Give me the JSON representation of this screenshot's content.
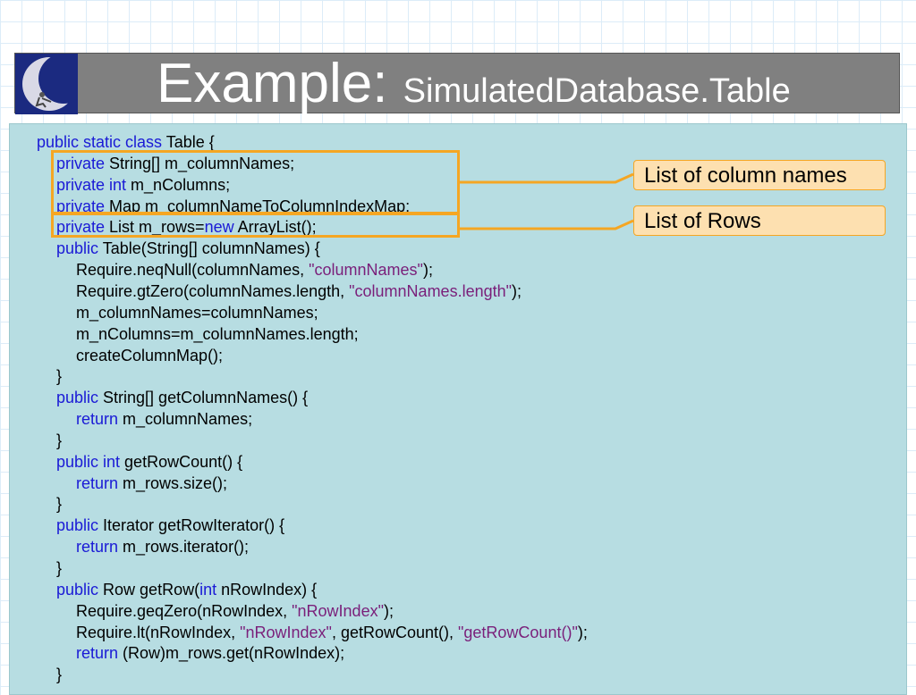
{
  "title": {
    "main": "Example: ",
    "sub": "SimulatedDatabase.Table"
  },
  "callouts": {
    "column_names": "List of column names",
    "rows": "List of Rows"
  },
  "code": [
    {
      "indent": 0,
      "tokens": [
        {
          "k": "kw",
          "t": "public static class "
        },
        {
          "k": "t",
          "t": "Table {"
        }
      ]
    },
    {
      "indent": 1,
      "tokens": [
        {
          "k": "kw",
          "t": "private "
        },
        {
          "k": "t",
          "t": "String[] m_columnNames;"
        }
      ]
    },
    {
      "indent": 1,
      "tokens": [
        {
          "k": "kw",
          "t": "private int "
        },
        {
          "k": "t",
          "t": "m_nColumns;"
        }
      ]
    },
    {
      "indent": 1,
      "tokens": [
        {
          "k": "kw",
          "t": "private "
        },
        {
          "k": "t",
          "t": "Map m_columnNameToColumnIndexMap;"
        }
      ]
    },
    {
      "indent": 1,
      "tokens": [
        {
          "k": "kw",
          "t": "private "
        },
        {
          "k": "t",
          "t": "List m_rows="
        },
        {
          "k": "kw",
          "t": "new "
        },
        {
          "k": "t",
          "t": "ArrayList();"
        }
      ]
    },
    {
      "indent": 1,
      "tokens": [
        {
          "k": "kw",
          "t": "public "
        },
        {
          "k": "t",
          "t": "Table(String[] columnNames) {"
        }
      ]
    },
    {
      "indent": 2,
      "tokens": [
        {
          "k": "t",
          "t": "Require.neqNull(columnNames, "
        },
        {
          "k": "str",
          "t": "\"columnNames\""
        },
        {
          "k": "t",
          "t": ");"
        }
      ]
    },
    {
      "indent": 2,
      "tokens": [
        {
          "k": "t",
          "t": "Require.gtZero(columnNames.length, "
        },
        {
          "k": "str",
          "t": "\"columnNames.length\""
        },
        {
          "k": "t",
          "t": ");"
        }
      ]
    },
    {
      "indent": 2,
      "tokens": [
        {
          "k": "t",
          "t": "m_columnNames=columnNames;"
        }
      ]
    },
    {
      "indent": 2,
      "tokens": [
        {
          "k": "t",
          "t": "m_nColumns=m_columnNames.length;"
        }
      ]
    },
    {
      "indent": 2,
      "tokens": [
        {
          "k": "t",
          "t": "createColumnMap();"
        }
      ]
    },
    {
      "indent": 1,
      "tokens": [
        {
          "k": "t",
          "t": "}"
        }
      ]
    },
    {
      "indent": 1,
      "tokens": [
        {
          "k": "kw",
          "t": "public "
        },
        {
          "k": "t",
          "t": "String[] getColumnNames() {"
        }
      ]
    },
    {
      "indent": 2,
      "tokens": [
        {
          "k": "kw",
          "t": "return "
        },
        {
          "k": "t",
          "t": "m_columnNames;"
        }
      ]
    },
    {
      "indent": 1,
      "tokens": [
        {
          "k": "t",
          "t": "}"
        }
      ]
    },
    {
      "indent": 1,
      "tokens": [
        {
          "k": "kw",
          "t": "public int "
        },
        {
          "k": "t",
          "t": "getRowCount() {"
        }
      ]
    },
    {
      "indent": 2,
      "tokens": [
        {
          "k": "kw",
          "t": "return "
        },
        {
          "k": "t",
          "t": "m_rows.size();"
        }
      ]
    },
    {
      "indent": 1,
      "tokens": [
        {
          "k": "t",
          "t": "}"
        }
      ]
    },
    {
      "indent": 1,
      "tokens": [
        {
          "k": "kw",
          "t": "public "
        },
        {
          "k": "t",
          "t": "Iterator getRowIterator() {"
        }
      ]
    },
    {
      "indent": 2,
      "tokens": [
        {
          "k": "kw",
          "t": "return "
        },
        {
          "k": "t",
          "t": "m_rows.iterator();"
        }
      ]
    },
    {
      "indent": 1,
      "tokens": [
        {
          "k": "t",
          "t": "}"
        }
      ]
    },
    {
      "indent": 1,
      "tokens": [
        {
          "k": "kw",
          "t": "public "
        },
        {
          "k": "t",
          "t": "Row getRow("
        },
        {
          "k": "kw",
          "t": "int "
        },
        {
          "k": "t",
          "t": "nRowIndex) {"
        }
      ]
    },
    {
      "indent": 2,
      "tokens": [
        {
          "k": "t",
          "t": "Require.geqZero(nRowIndex, "
        },
        {
          "k": "str",
          "t": "\"nRowIndex\""
        },
        {
          "k": "t",
          "t": ");"
        }
      ]
    },
    {
      "indent": 2,
      "tokens": [
        {
          "k": "t",
          "t": "Require.lt(nRowIndex, "
        },
        {
          "k": "str",
          "t": "\"nRowIndex\""
        },
        {
          "k": "t",
          "t": ", getRowCount(), "
        },
        {
          "k": "str",
          "t": "\"getRowCount()\""
        },
        {
          "k": "t",
          "t": ");"
        }
      ]
    },
    {
      "indent": 2,
      "tokens": [
        {
          "k": "kw",
          "t": "return "
        },
        {
          "k": "t",
          "t": "(Row)m_rows.get(nRowIndex);"
        }
      ]
    },
    {
      "indent": 1,
      "tokens": [
        {
          "k": "t",
          "t": "}"
        }
      ]
    }
  ],
  "colors": {
    "keyword": "#1a1ad6",
    "string": "#7a1f7a",
    "highlight": "#f5a623",
    "callout_fill": "#fde0b0",
    "panel": "#b7dde2",
    "title_bar": "#808080"
  },
  "icons": {
    "logo": "moon-boy-logo-icon"
  }
}
